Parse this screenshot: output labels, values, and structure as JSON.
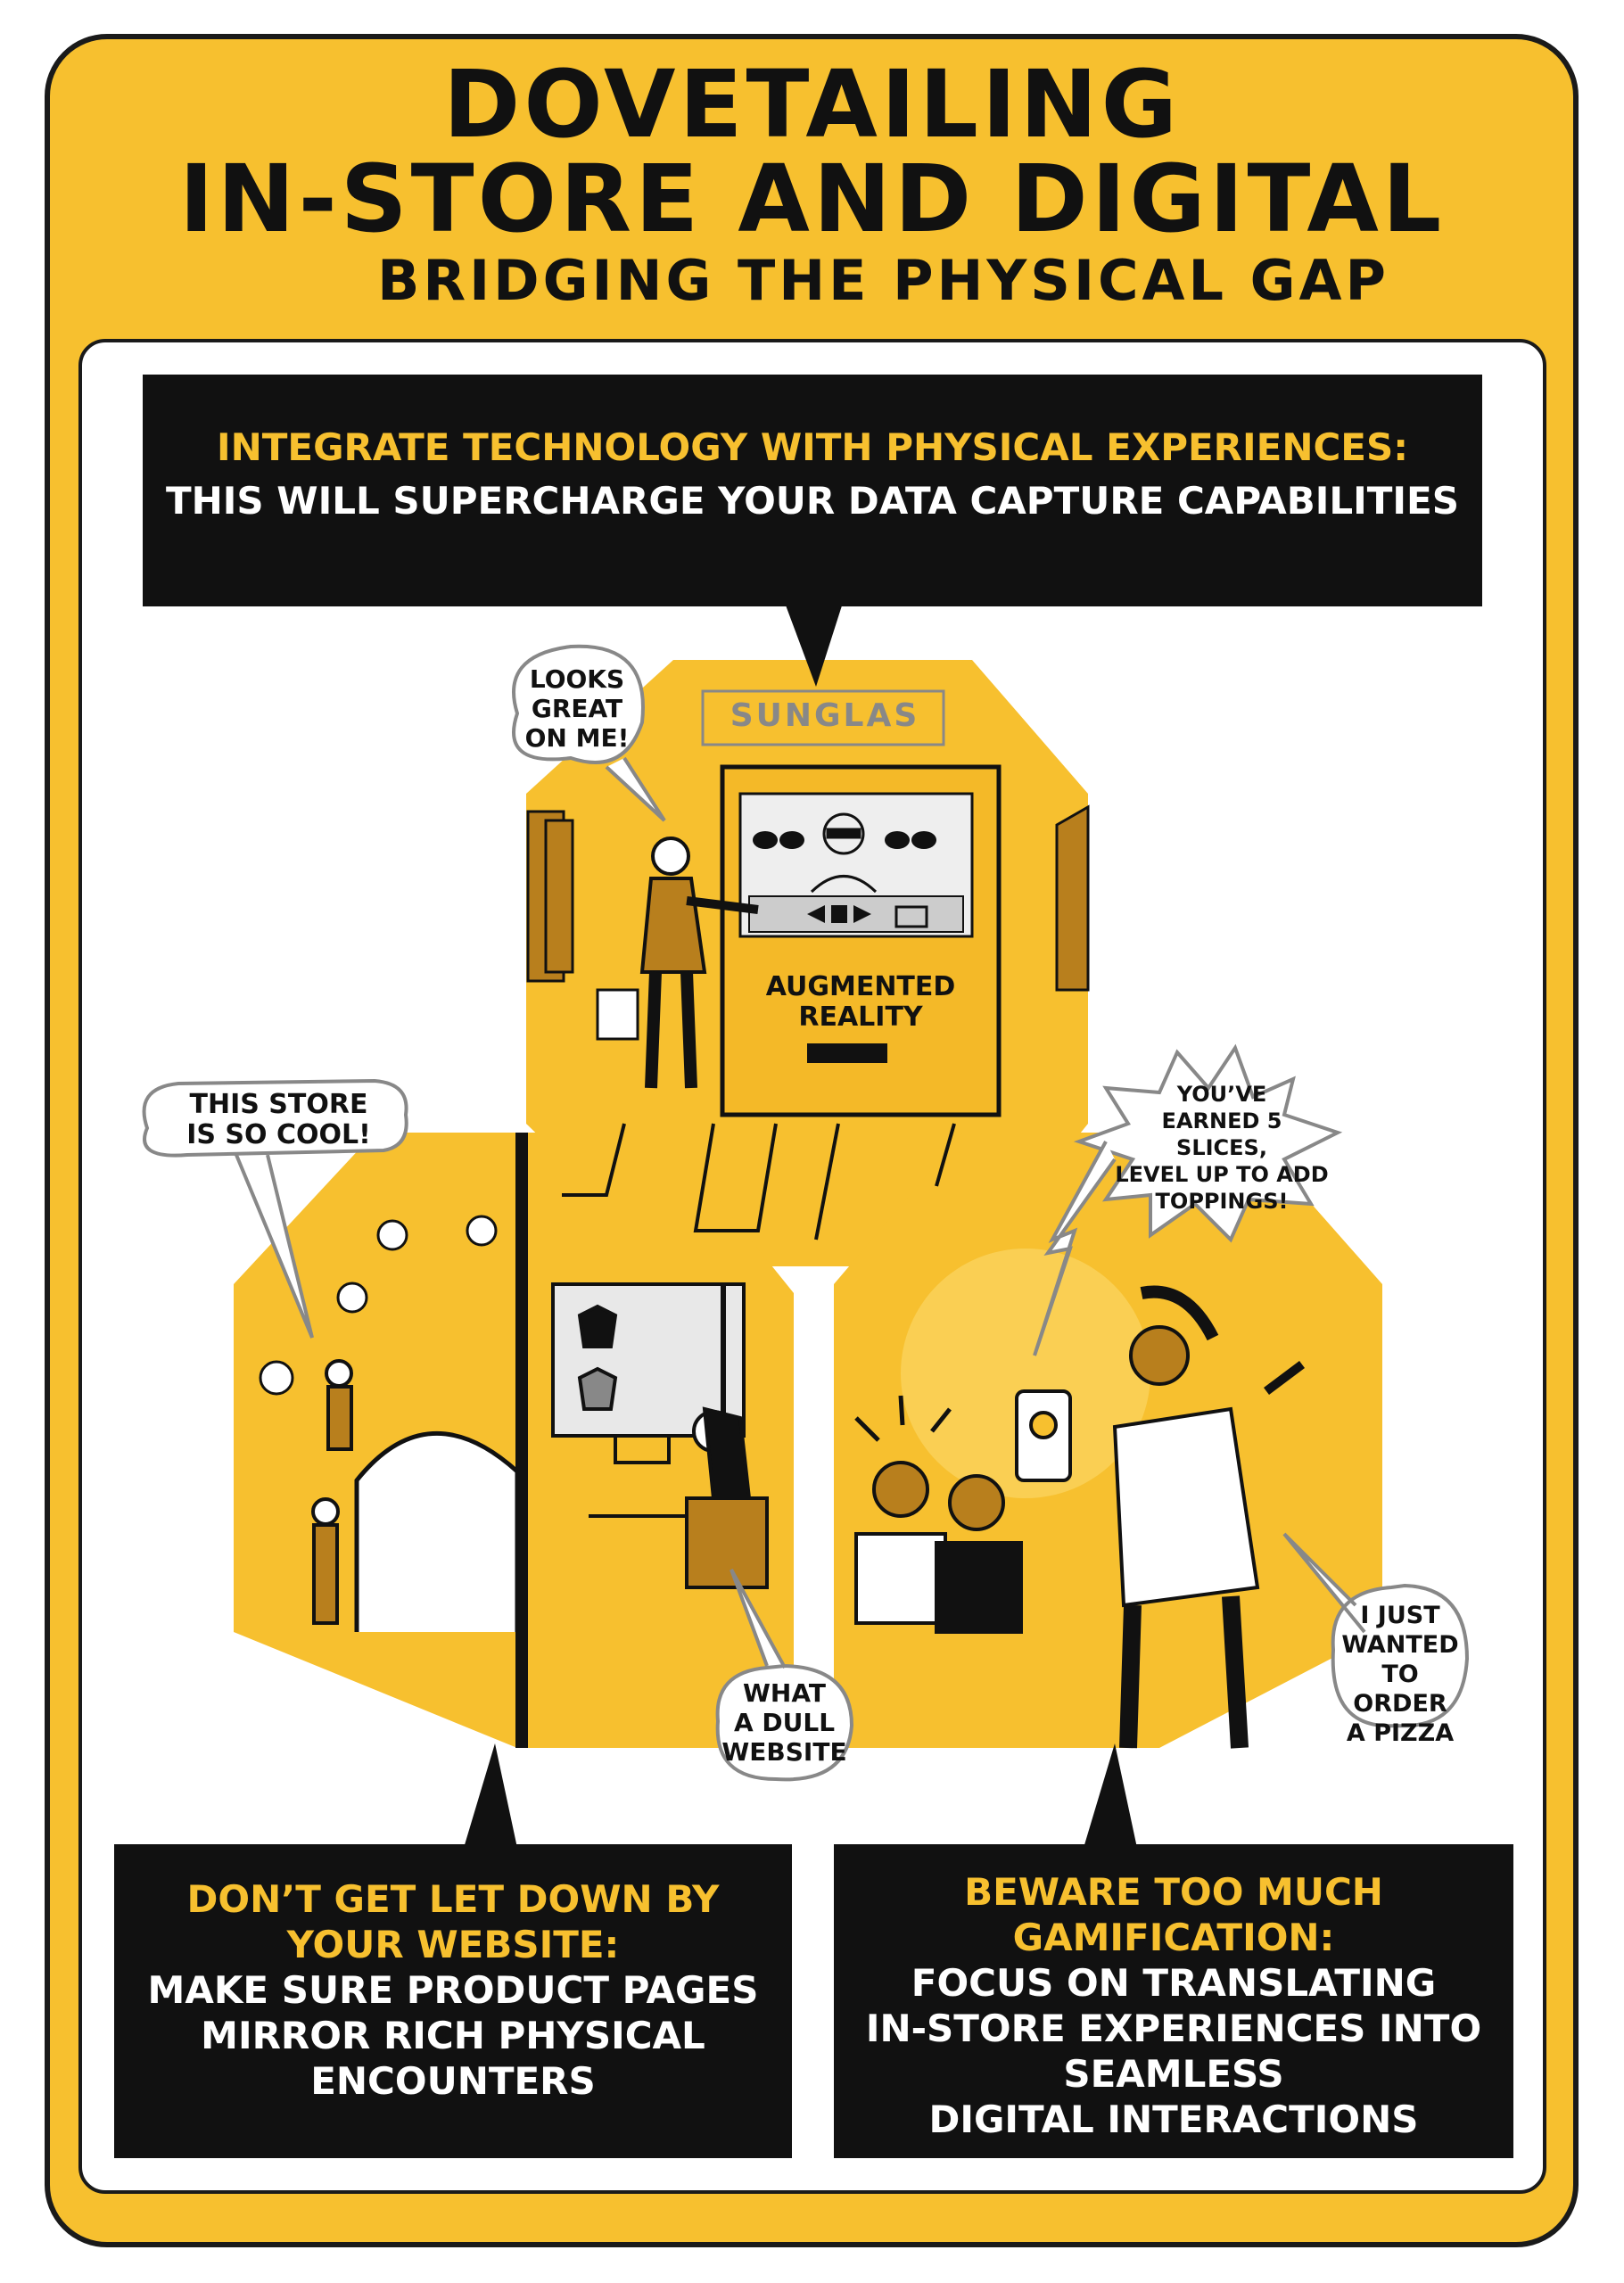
{
  "title": {
    "line1": "DOVETAILING",
    "line2": "IN-STORE AND DIGITAL",
    "subtitle": "BRIDGING THE PHYSICAL GAP"
  },
  "top_box": {
    "heading": "INTEGRATE TECHNOLOGY WITH PHYSICAL EXPERIENCES:",
    "body": "THIS WILL SUPERCHARGE YOUR DATA CAPTURE CAPABILITIES"
  },
  "bottom_left_box": {
    "heading1": "DON’T GET LET DOWN BY",
    "heading2": "YOUR WEBSITE:",
    "body1": "MAKE SURE PRODUCT PAGES",
    "body2": "MIRROR RICH PHYSICAL",
    "body3": "ENCOUNTERS"
  },
  "bottom_right_box": {
    "heading1": "BEWARE TOO MUCH",
    "heading2": "GAMIFICATION:",
    "body1": "FOCUS ON TRANSLATING",
    "body2": "IN-STORE EXPERIENCES INTO",
    "body3": "SEAMLESS",
    "body4": "DIGITAL INTERACTIONS"
  },
  "bubbles": {
    "looks_great": [
      "LOOKS",
      "GREAT",
      "ON ME!"
    ],
    "store_cool": [
      "THIS STORE",
      "IS SO COOL!"
    ],
    "dull_website": [
      "WHAT",
      "A DULL",
      "WEBSITE"
    ],
    "earned": [
      "YOU’VE",
      "EARNED 5 SLICES,",
      "LEVEL UP TO ADD",
      "TOPPINGS!"
    ],
    "pizza": [
      "I JUST",
      "WANTED",
      "TO ORDER",
      "A PIZZA"
    ]
  },
  "scene_labels": {
    "store_sign": "SUNGLAS",
    "kiosk_label1": "AUGMENTED",
    "kiosk_label2": "REALITY"
  },
  "colors": {
    "accent_yellow": "#f7c02f",
    "ink": "#111111"
  }
}
